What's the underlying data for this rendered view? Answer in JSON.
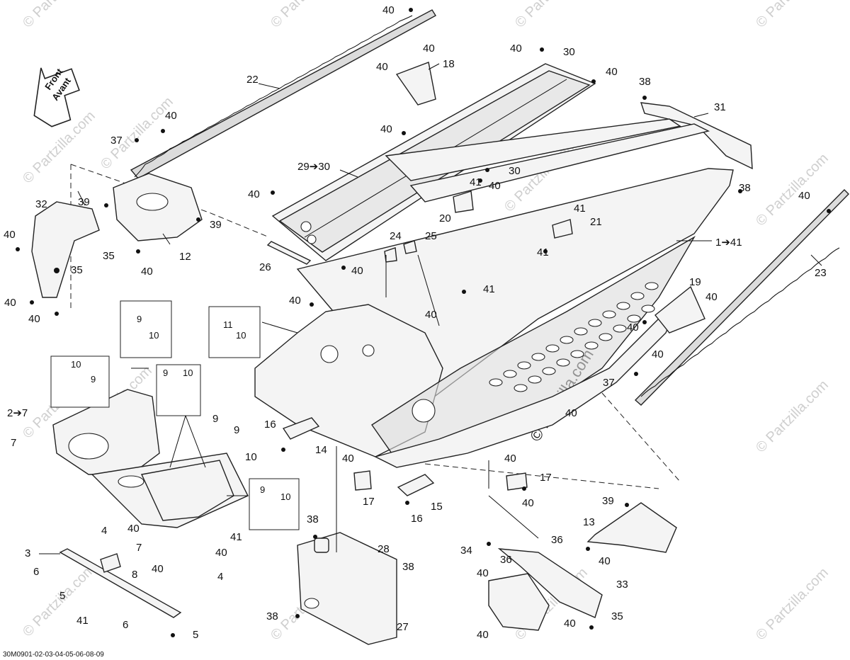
{
  "watermark": "© Partzilla.com",
  "watermark_small": "© Partzilla.com",
  "front_arrow": {
    "line1": "Front",
    "line2": "Avant"
  },
  "footer_code": "30M0901-02-03-04-05-06-08-09",
  "callouts": {
    "c40a": "40",
    "c22": "22",
    "c18": "18",
    "c40b": "40",
    "c40c": "40",
    "c40d": "40",
    "c30a": "30",
    "c40e": "40",
    "c38a": "38",
    "c31": "31",
    "c37a": "37",
    "c40f": "40",
    "c40g": "40",
    "c29": "29➔30",
    "c30b": "30",
    "c40h": "40",
    "c38b": "38",
    "c40i": "40",
    "c41a": "41",
    "c20": "20",
    "c41b": "41",
    "c21": "21",
    "c41c": "41",
    "c24": "24",
    "c25": "25",
    "c1": "1➔41",
    "c23": "23",
    "c32": "32",
    "c39a": "39",
    "c39b": "39",
    "c40j": "40",
    "c35a": "35",
    "c35b": "35",
    "c12": "12",
    "c40k": "40",
    "c26": "26",
    "c40l": "40",
    "c40m": "40",
    "c40n": "40",
    "c41d": "41",
    "c40o": "40",
    "c19": "19",
    "c40p": "40",
    "c40q": "40",
    "c40r": "40",
    "c9a": "9",
    "c10a": "10",
    "c11": "11",
    "c10b": "10",
    "c40s": "40",
    "c10c": "10",
    "c9b": "9",
    "c9c": "9",
    "c10d": "10",
    "c37b": "37",
    "c40t": "40",
    "c27to": "2➔7",
    "c7a": "7",
    "c9d": "9",
    "c9e": "9",
    "c10e": "10",
    "c16a": "16",
    "c14": "14",
    "c40u": "40",
    "c40v": "40",
    "c40w": "40",
    "c17a": "17",
    "c17b": "17",
    "c40x": "40",
    "c9f": "9",
    "c10f": "10",
    "c15": "15",
    "c16b": "16",
    "c39c": "39",
    "c13": "13",
    "c4a": "4",
    "c40y": "40",
    "c41e": "41",
    "c40z": "40",
    "c38c": "38",
    "c7b": "7",
    "c40aa": "40",
    "c3": "3",
    "c8": "8",
    "c4b": "4",
    "c28": "28",
    "c38d": "38",
    "c34": "34",
    "c36a": "36",
    "c36b": "36",
    "c40ab": "40",
    "c40ac": "40",
    "c6a": "6",
    "c5a": "5",
    "c41f": "41",
    "c6b": "6",
    "c5b": "5",
    "c38e": "38",
    "c27": "27",
    "c33": "33",
    "c40ad": "40",
    "c35c": "35",
    "c40ae": "40"
  },
  "icons": [
    "front-arrow-icon"
  ]
}
